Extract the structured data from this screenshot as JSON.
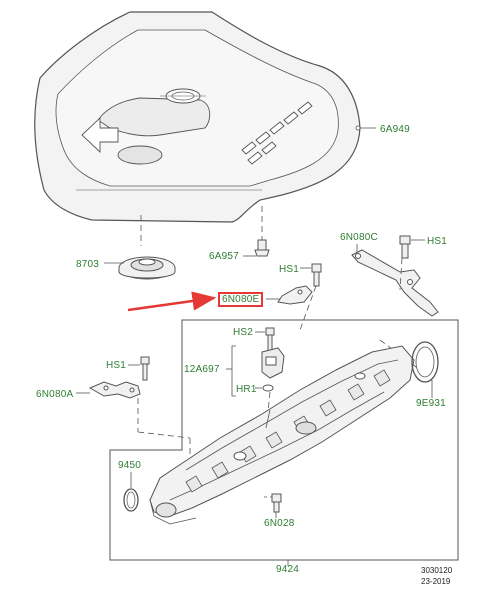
{
  "colors": {
    "label_text": "#2e7d32",
    "line_art": "#555555",
    "part_fill": "#f1f1f1",
    "highlight": "#e53935"
  },
  "labels": {
    "engine_cover": "6A949",
    "grommet": "8703",
    "stud_bolt": "6A957",
    "bracket_highlighted": "6N080E",
    "bracket_upper": "6N080C",
    "bolt_hs1_upper_right": "HS1",
    "bolt_hs1_center": "HS1",
    "bolt_hs1_left": "HS1",
    "bracket_left": "6N080A",
    "bolt_hs2": "HS2",
    "sensor": "12A697",
    "bolt_hr1": "HR1",
    "gasket_round": "9E931",
    "gasket_small": "9450",
    "bolt_lower": "6N028",
    "intake_manifold": "9424"
  },
  "meta": {
    "ref_number": "3030120",
    "date_code": "23-2019"
  }
}
